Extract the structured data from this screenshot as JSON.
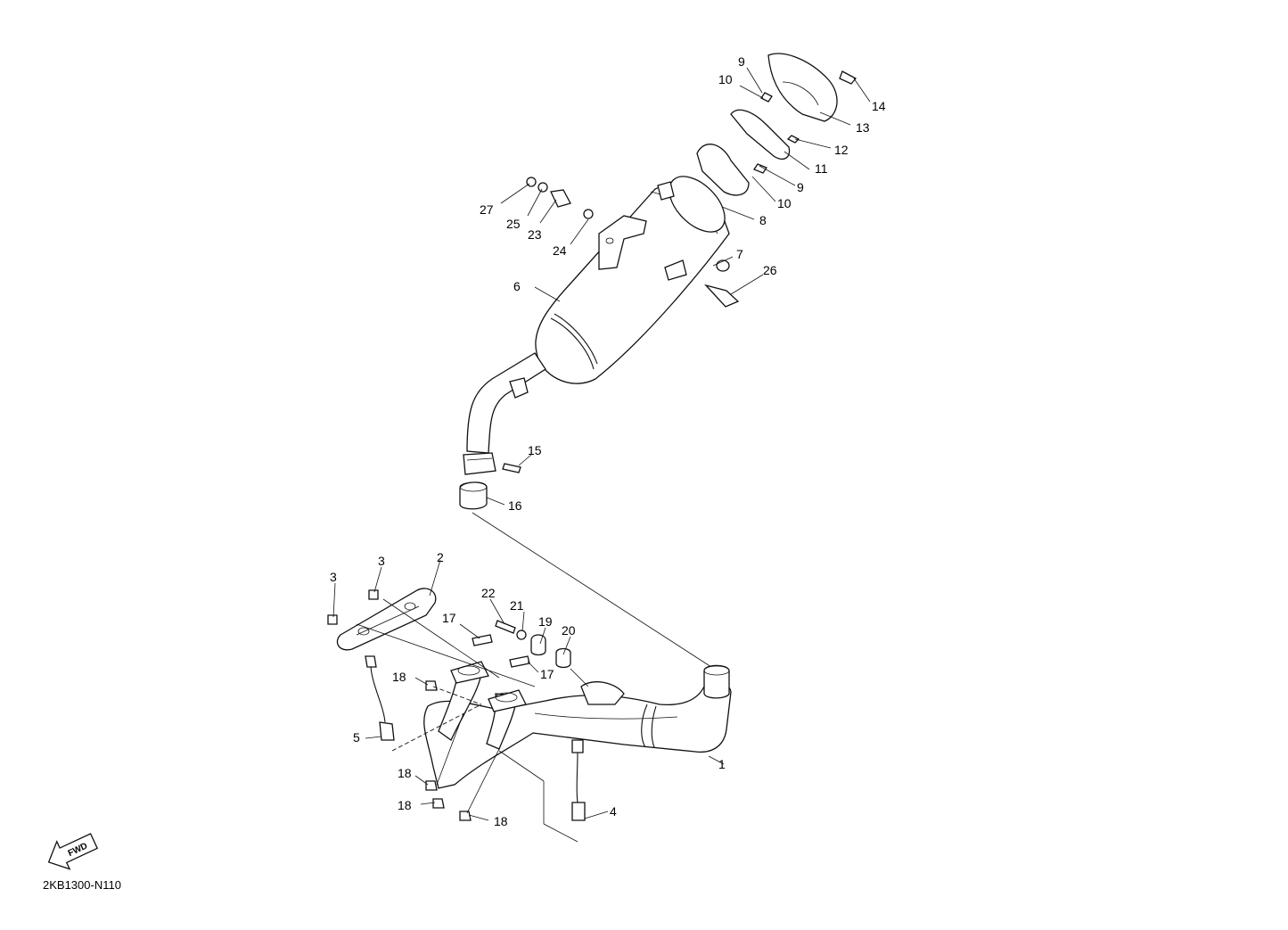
{
  "diagram": {
    "code": "2KB1300-N110",
    "fwd_label": "FWD",
    "callouts": [
      "1",
      "2",
      "3",
      "3",
      "4",
      "5",
      "6",
      "7",
      "8",
      "9",
      "9",
      "10",
      "10",
      "11",
      "12",
      "13",
      "14",
      "15",
      "16",
      "17",
      "17",
      "18",
      "18",
      "18",
      "18",
      "19",
      "20",
      "21",
      "22",
      "23",
      "24",
      "25",
      "26",
      "27"
    ]
  }
}
